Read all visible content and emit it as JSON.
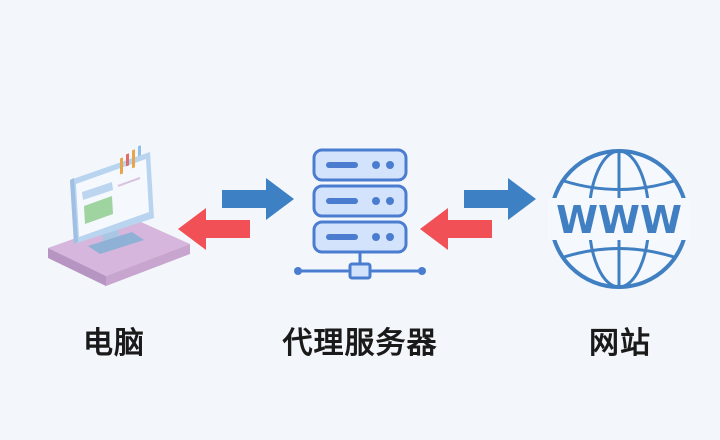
{
  "nodes": {
    "computer": {
      "label": "电脑"
    },
    "proxy": {
      "label": "代理服务器"
    },
    "website": {
      "label": "网站",
      "globe_text": "WWW"
    }
  },
  "colors": {
    "background": "#f3f6fb",
    "arrow_forward": "#3e80c4",
    "arrow_back": "#f05056",
    "server_fill": "#d3e3fb",
    "server_stroke": "#4a7dd0",
    "globe_stroke": "#3f7fc2",
    "pad_fill": "#d6b6dc"
  }
}
